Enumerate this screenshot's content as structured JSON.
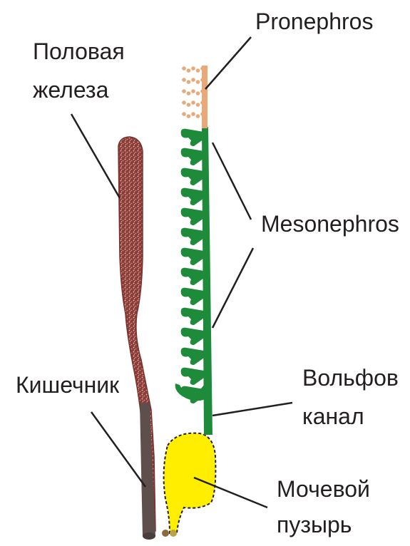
{
  "labels": {
    "gonad": [
      "Половая",
      "железа"
    ],
    "pronephros": "Pronephros",
    "mesonephros": "Mesonephros",
    "intestine": "Кишечник",
    "wolffian_duct": [
      "Вольфов",
      "канал"
    ],
    "bladder": [
      "Мочевой",
      "пузырь"
    ]
  },
  "colors": {
    "gonad": "#8b3a36",
    "gonad_speckle": "#d9b3a6",
    "pronephros": "#e8a878",
    "mesonephros": "#1e8b3a",
    "bladder": "#ffee00",
    "intestine": "#5e4f4c",
    "leader_line": "#231f20"
  }
}
